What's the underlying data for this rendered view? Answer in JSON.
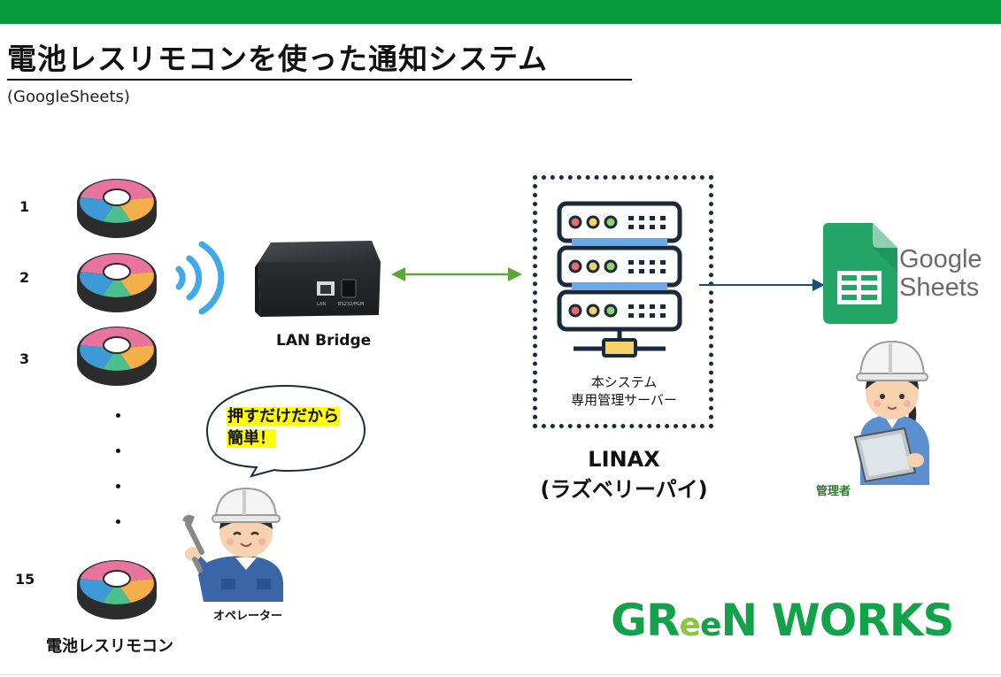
{
  "header": {
    "title": "電池レスリモコンを使った通知システム",
    "subtitle": "(GoogleSheets)"
  },
  "remotes": {
    "numbers": [
      "1",
      "2",
      "3",
      "15"
    ],
    "label": "電池レスリモコン",
    "colors": {
      "pink": "#e8739d",
      "blue": "#3e9ad6",
      "orange": "#f4ae4a",
      "green": "#4dbf8c",
      "base": "#2c2c2c"
    }
  },
  "bridge": {
    "label": "LAN Bridge",
    "port_labels": [
      "LAN",
      "RS232/PGM"
    ]
  },
  "server": {
    "caption_line1": "本システム",
    "caption_line2": "専用管理サーバー",
    "name_line1": "LINAX",
    "name_line2": "(ラズベリーパイ)"
  },
  "google_sheets": {
    "word1": "Google",
    "word2": "Sheets"
  },
  "operator": {
    "label": "オペレーター",
    "bubble_line1": "押すだけだから",
    "bubble_line2": "簡単！"
  },
  "admin": {
    "label": "管理者"
  },
  "brand": {
    "part1": "GR",
    "part2": "e",
    "part3": "e",
    "part4": "N WORKS"
  },
  "colors": {
    "accent_green": "#0a9a3e",
    "arrow_green": "#5aa834",
    "arrow_navy": "#1c4e72",
    "wifi_blue": "#3fa9ea"
  }
}
